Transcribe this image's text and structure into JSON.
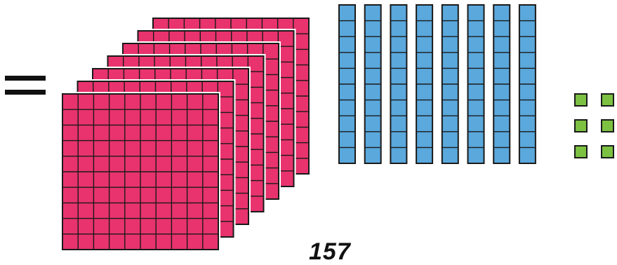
{
  "equation": {
    "symbol": "=",
    "caption": "157"
  },
  "blocks": {
    "hundreds": {
      "count": 7,
      "grid": [
        10,
        10
      ],
      "color": "#e8336e",
      "line": "#1a1a1a",
      "gap": "#ffffff"
    },
    "tens": {
      "count": 8,
      "cells": 10,
      "color": "#5aa8dc",
      "line": "#1a1a1a"
    },
    "ones": {
      "count": 6,
      "cols": 2,
      "rows": 3,
      "color": "#7cc142",
      "line": "#1a1a1a"
    }
  }
}
